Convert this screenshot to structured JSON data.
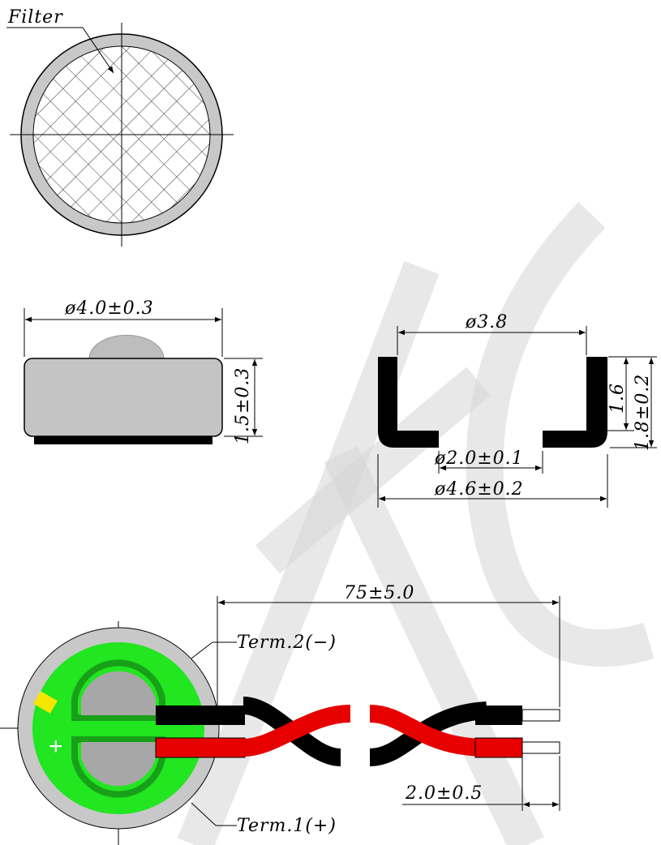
{
  "labels": {
    "filter": "Filter",
    "outer_diameter": "ø4.0±0.3",
    "height": "1.5±0.3",
    "inner_diameter": "ø3.8",
    "inner_height": "1.6",
    "total_height": "1.8±0.2",
    "hole_diameter": "ø2.0±0.1",
    "cup_diameter": "ø4.6±0.2",
    "cable_length": "75±5.0",
    "strip_length": "2.0±0.5",
    "term2": "Term.2(−)",
    "term1": "Term.1(+)",
    "plus_sign": "+"
  },
  "colors": {
    "pcb_green": "#21e620",
    "pad_gray": "#a7a7a7",
    "wire_red": "#e60000",
    "wire_black": "#000000",
    "marker_yellow": "#f5e600",
    "body_gray": "#c4c4c4"
  }
}
